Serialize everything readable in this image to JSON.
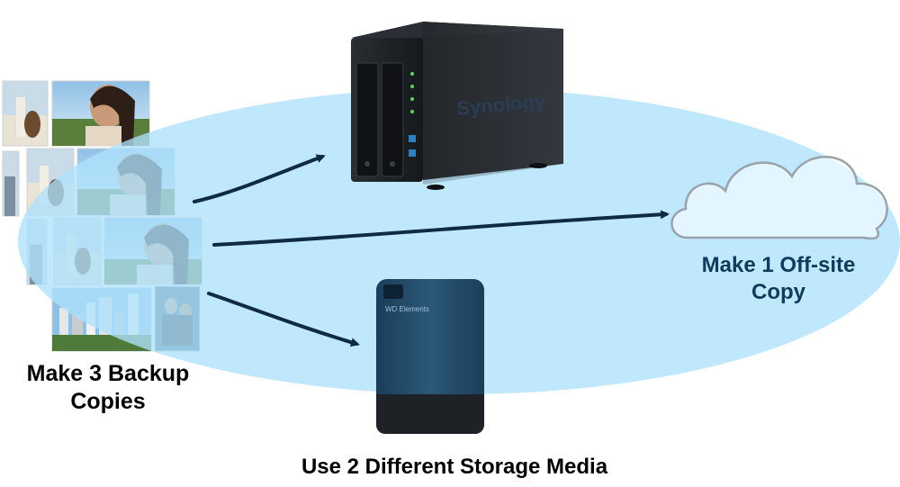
{
  "labels": {
    "backup_line1": "Make 3 Backup",
    "backup_line2": "Copies",
    "offsite_line1": "Make 1 Off-site",
    "offsite_line2": "Copy",
    "media": "Use 2 Different Storage Media"
  },
  "nas": {
    "brand": "Synology"
  },
  "external_drive": {
    "brand": "WD Elements"
  },
  "colors": {
    "ellipse_fill": "#aee2fb",
    "arrow": "#0f2b44",
    "offsite_text": "#0f3b5c",
    "nas_body": "#1c1f24",
    "drive_body": "#234a68",
    "cloud_stroke": "#9aa3ab"
  },
  "icons": [
    "photo-stack-icon",
    "nas-device-icon",
    "cloud-icon",
    "external-drive-icon",
    "arrow-icon"
  ]
}
